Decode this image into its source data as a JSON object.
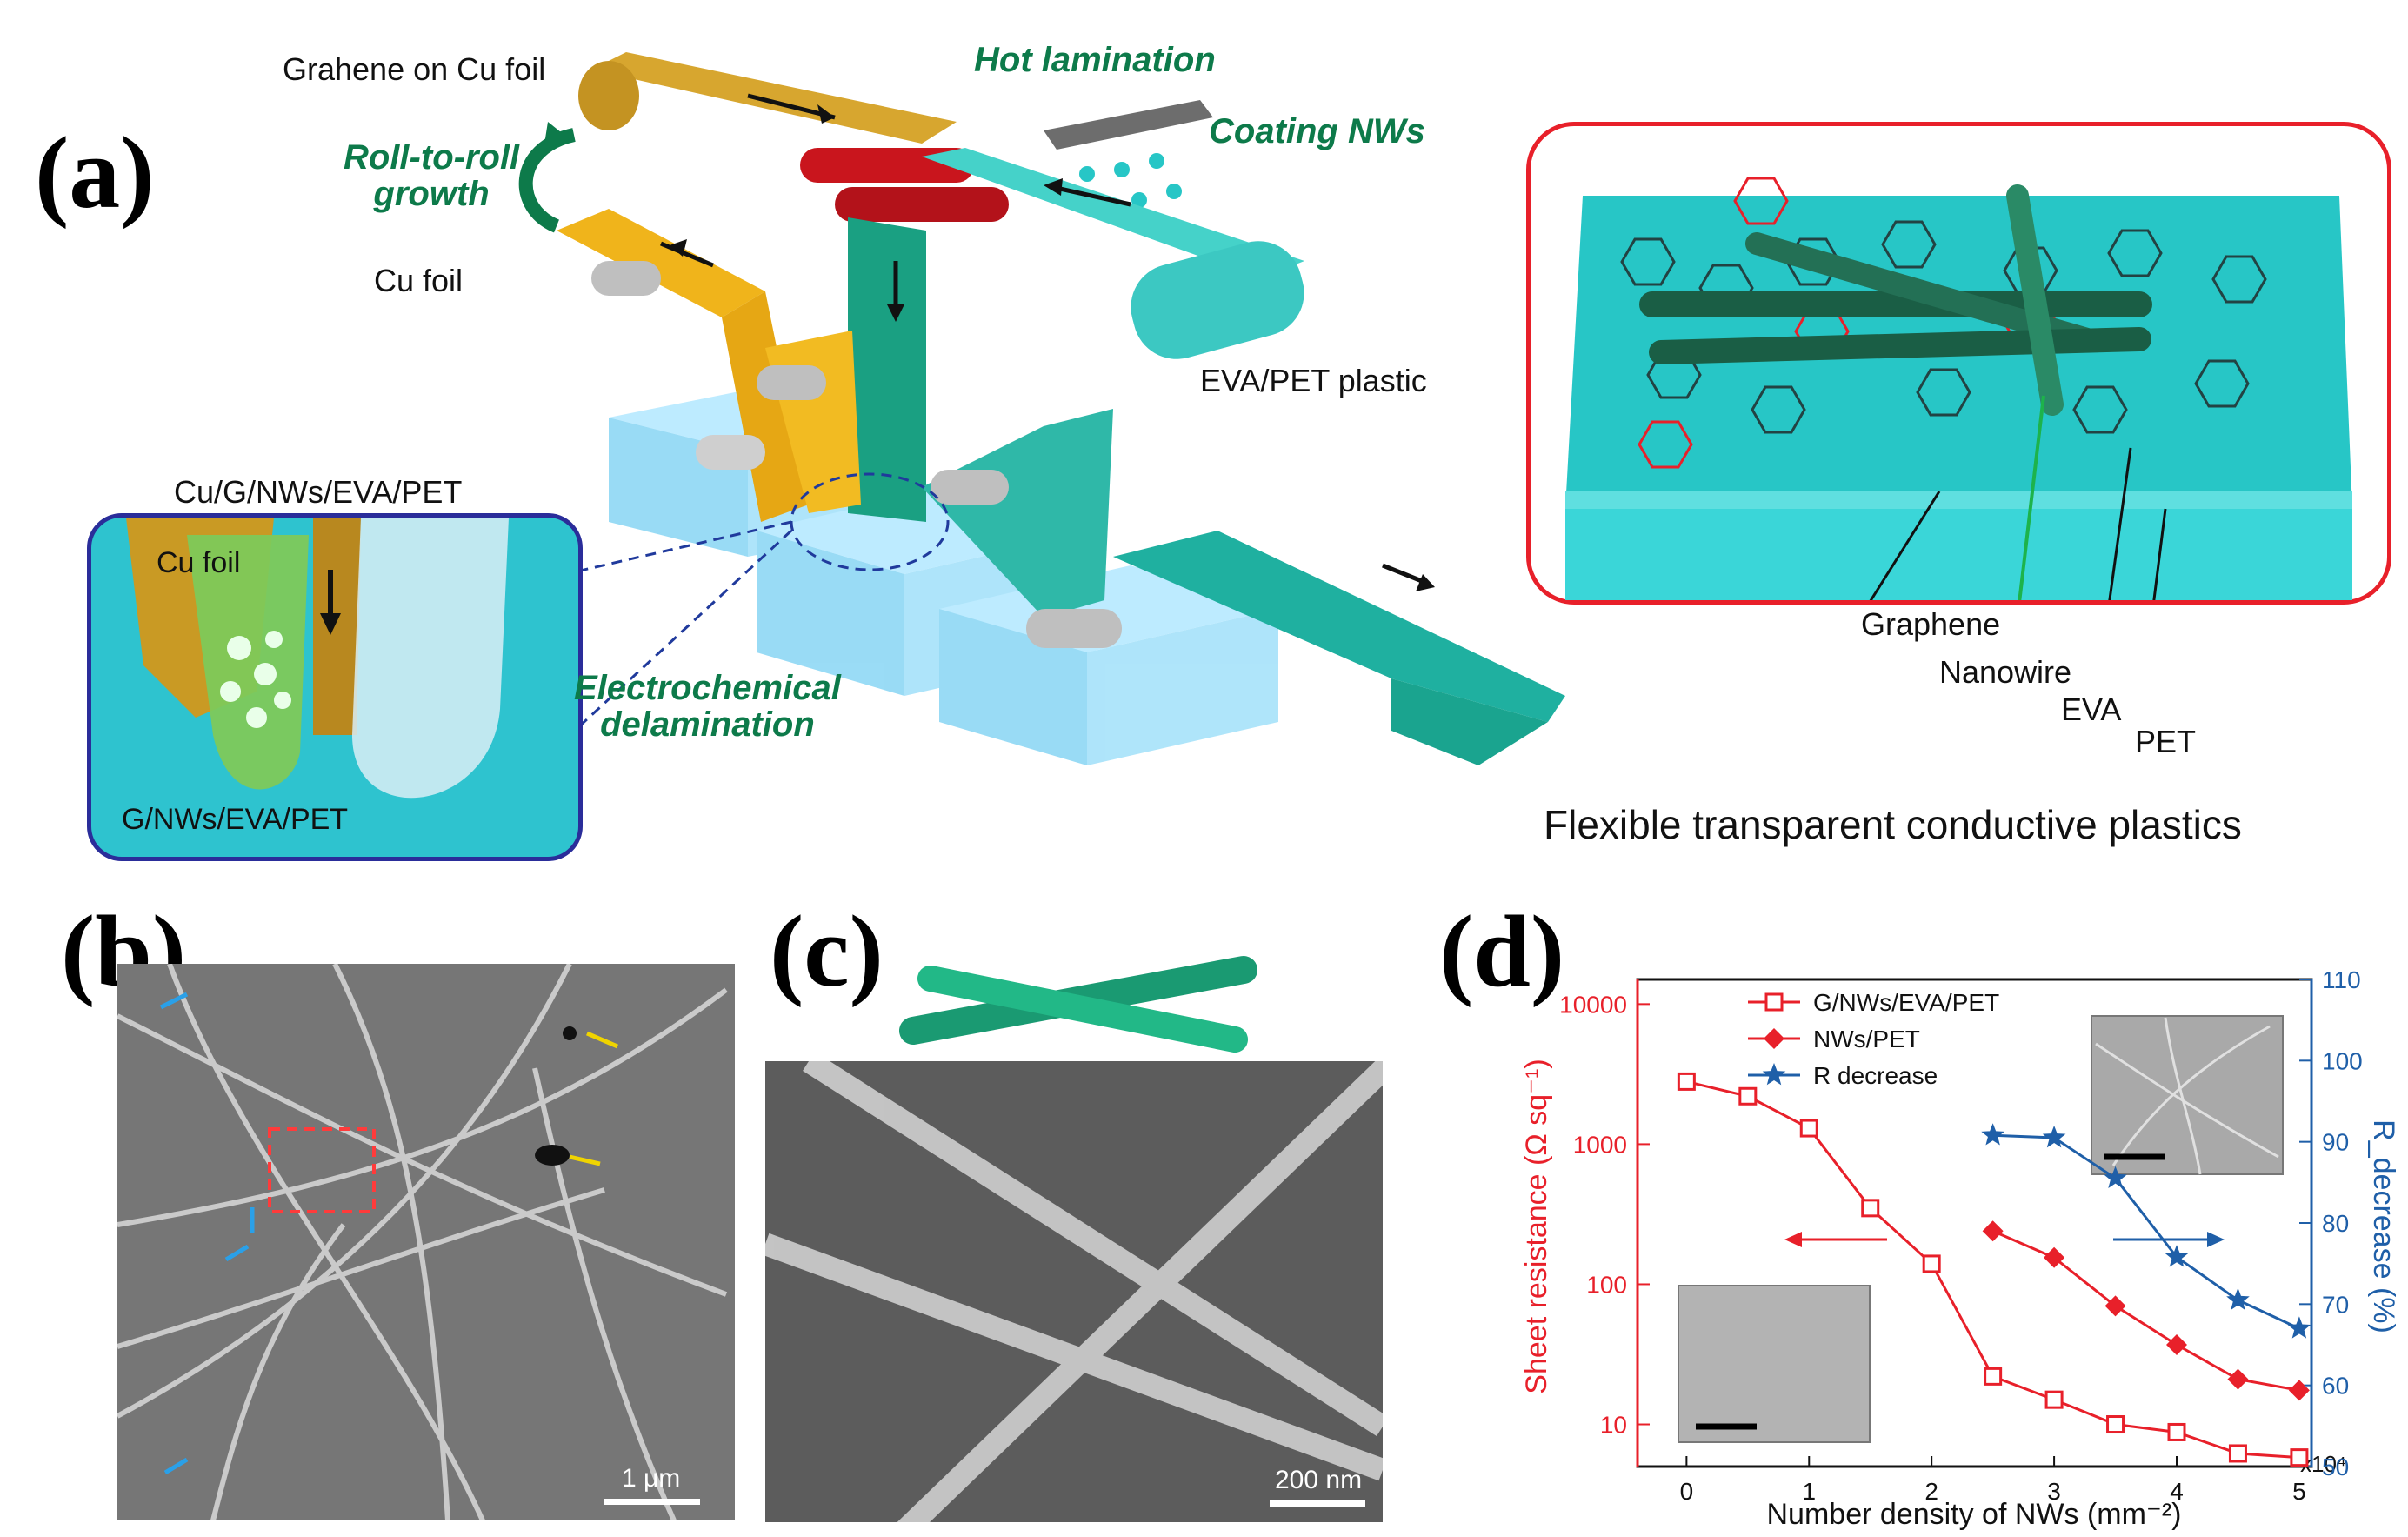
{
  "panel_a": {
    "label": "(a)",
    "texts": {
      "graphene_on_cu": "Grahene on Cu foil",
      "roll_to_roll": "Roll-to-roll\ngrowth",
      "cu_foil": "Cu foil",
      "hot_lamination": "Hot lamination",
      "coating_nws": "Coating NWs",
      "eva_pet_plastic": "EVA/PET plastic",
      "electrochemical": "Electrochemical\ndelamination",
      "inset_title": "Cu/G/NWs/EVA/PET",
      "inset_cu_foil": "Cu foil",
      "inset_bottom": "G/NWs/EVA/PET"
    },
    "structure_labels": {
      "graphene": "Graphene",
      "nanowire": "Nanowire",
      "eva": "EVA",
      "pet": "PET"
    },
    "caption": "Flexible transparent conductive plastics"
  },
  "panel_b": {
    "label": "(b)",
    "scale_bar": "1 μm"
  },
  "panel_c": {
    "label": "(c)",
    "scale_bar": "200 nm"
  },
  "panel_d": {
    "label": "(d)"
  },
  "colors": {
    "red_series": "#e8202a",
    "blue_series": "#1f5fa8",
    "accent_green": "#0d7a4a",
    "teal": "#27c6c6"
  },
  "chart_data": {
    "type": "line",
    "xlabel": "Number density of NWs (mm⁻²)",
    "x_multiplier": "x10⁴",
    "xlim": [
      -0.4,
      5.1
    ],
    "x_ticks": [
      "0",
      "1",
      "2",
      "3",
      "4",
      "5"
    ],
    "ylabel_left": "Sheet resistance (Ω sq⁻¹)",
    "ylim_left": [
      5,
      15000
    ],
    "yscale_left": "log",
    "y_ticks_left": [
      "10",
      "100",
      "1000",
      "10000"
    ],
    "ylabel_right": "R_decrease (%)",
    "ylim_right": [
      50,
      110
    ],
    "y_ticks_right": [
      "50",
      "60",
      "70",
      "80",
      "90",
      "100",
      "110"
    ],
    "legend_position": "top-center",
    "series": [
      {
        "name": "G/NWs/EVA/PET",
        "axis": "left",
        "marker": "open-square",
        "x": [
          0,
          0.5,
          1,
          1.5,
          2,
          2.5,
          3,
          3.5,
          4,
          4.5,
          5
        ],
        "y": [
          2800,
          2200,
          1300,
          350,
          140,
          22,
          15,
          10,
          8.8,
          6.2,
          5.8
        ]
      },
      {
        "name": "NWs/PET",
        "axis": "left",
        "marker": "filled-diamond",
        "x": [
          2.5,
          3,
          3.5,
          4,
          4.5,
          5
        ],
        "y": [
          240,
          155,
          70,
          37,
          21,
          17.5
        ]
      },
      {
        "name": "R decrease",
        "axis": "right",
        "marker": "star",
        "x": [
          2.5,
          3,
          3.5,
          4,
          4.5,
          5
        ],
        "y": [
          90.8,
          90.5,
          85.5,
          75.8,
          70.5,
          67
        ]
      }
    ]
  }
}
